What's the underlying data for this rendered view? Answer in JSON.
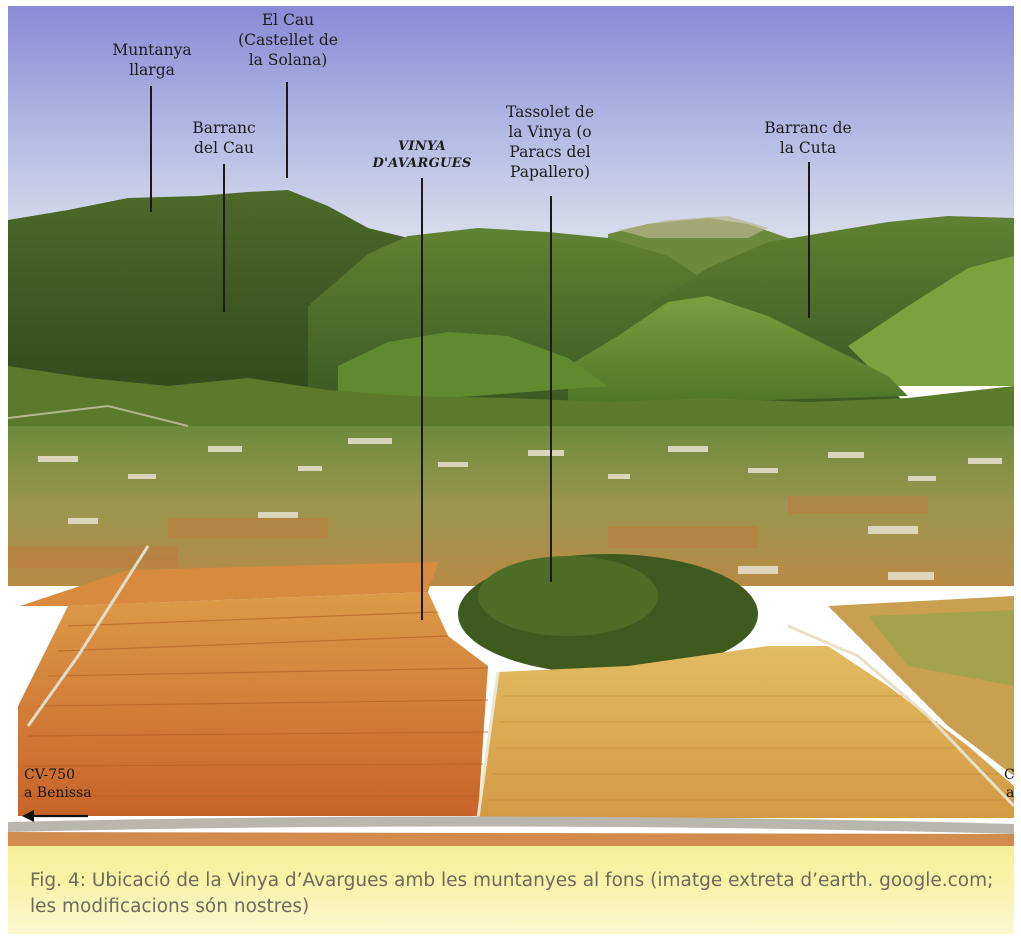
{
  "labels": {
    "muntanya_llarga": "Muntanya\nllarga",
    "el_cau": "El Cau\n(Castellet de\nla Solana)",
    "barranc_del_cau": "Barranc\ndel Cau",
    "vinya": "VINYA\nD'AVARGUES",
    "tassolet": "Tassolet de\nla Vinya (o\nParacs del\nPapallero)",
    "barranc_cuta": "Barranc de\nla Cuta",
    "road_left": "CV-750\na Benissa",
    "road_right_top": "C",
    "road_right_bottom": "a"
  },
  "caption": "Fig. 4: Ubicació de la Vinya d’Avargues amb les muntanyes al fons (imatge extreta d’earth. google.com; les modificacions són nostres)",
  "colors": {
    "sky_top": "#8f8fd8",
    "sky_bottom": "#d6dcea",
    "mountain_dark": "#3a5620",
    "mountain_mid": "#56772c",
    "field_orange": "#d98a3a",
    "field_yellow": "#d7b85a",
    "caption_band": "#f7f0a0"
  }
}
